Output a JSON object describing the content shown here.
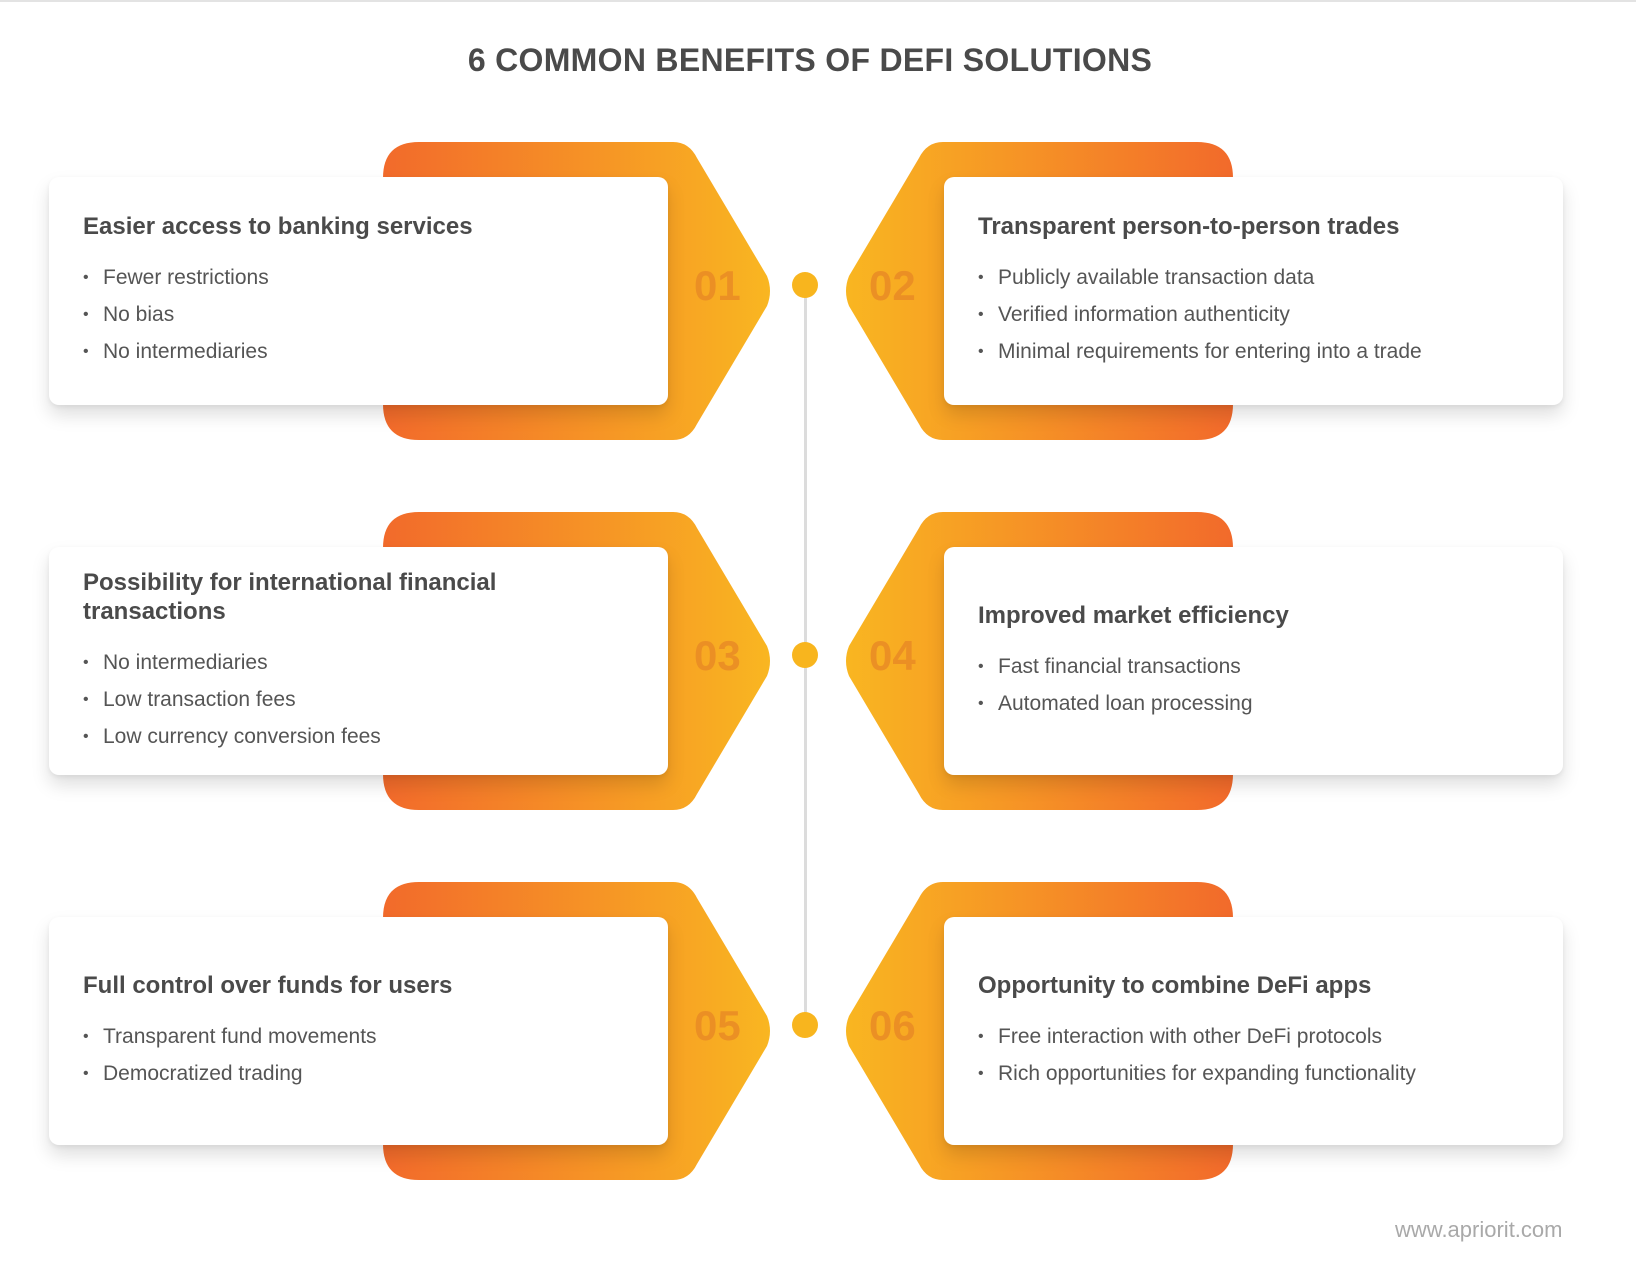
{
  "title": "6 COMMON BENEFITS OF DEFI SOLUTIONS",
  "colors": {
    "gradient_start": "#F26A2B",
    "gradient_end": "#F9B621",
    "dot": "#F8B51E",
    "text": "#4a4a4a"
  },
  "benefits": [
    {
      "number": "01",
      "heading": "Easier access to banking services",
      "bullets": [
        "Fewer restrictions",
        "No bias",
        "No intermediaries"
      ]
    },
    {
      "number": "02",
      "heading": "Transparent person-to-person trades",
      "bullets": [
        "Publicly available transaction data",
        "Verified information authenticity",
        "Minimal requirements for entering into a trade"
      ]
    },
    {
      "number": "03",
      "heading": "Possibility for international financial transactions",
      "bullets": [
        "No intermediaries",
        "Low transaction fees",
        "Low currency conversion fees"
      ]
    },
    {
      "number": "04",
      "heading": "Improved market efficiency",
      "bullets": [
        "Fast financial transactions",
        "Automated loan processing"
      ]
    },
    {
      "number": "05",
      "heading": "Full control over funds for users",
      "bullets": [
        "Transparent fund movements",
        "Democratized trading"
      ]
    },
    {
      "number": "06",
      "heading": "Opportunity to combine DeFi apps",
      "bullets": [
        "Free interaction with other DeFi protocols",
        "Rich opportunities for expanding functionality"
      ]
    }
  ],
  "bullet_glyph": "•",
  "watermark": "www.apriorit.com"
}
